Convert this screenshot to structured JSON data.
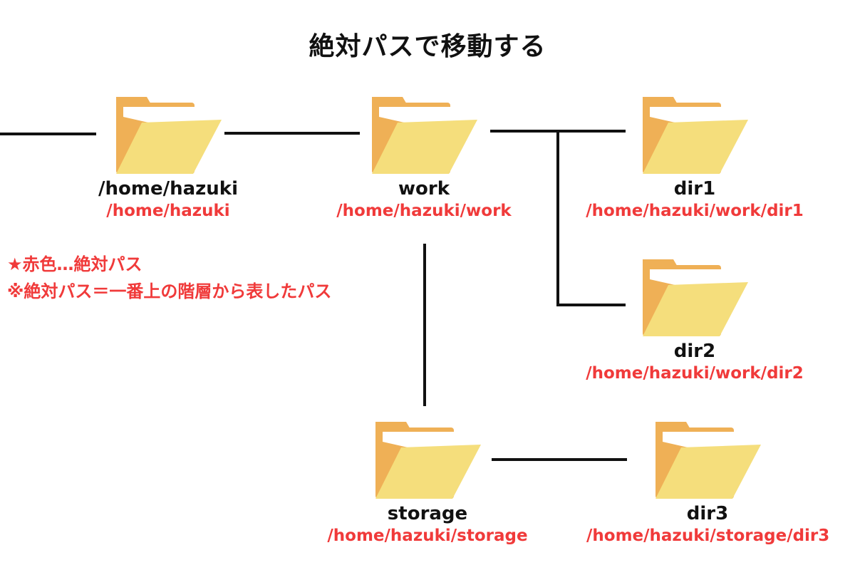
{
  "title": "絶対パスで移動する",
  "colors": {
    "line": "#111111",
    "path_text": "#f03a3a",
    "folder_back": "#efb056",
    "folder_front": "#f5de7c",
    "paper": "#ffffff"
  },
  "nodes": {
    "home": {
      "name": "/home/hazuki",
      "path": "/home/hazuki",
      "icon": "folder-icon"
    },
    "work": {
      "name": "work",
      "path": "/home/hazuki/work",
      "icon": "folder-icon"
    },
    "dir1": {
      "name": "dir1",
      "path": "/home/hazuki/work/dir1",
      "icon": "folder-icon"
    },
    "dir2": {
      "name": "dir2",
      "path": "/home/hazuki/work/dir2",
      "icon": "folder-icon"
    },
    "storage": {
      "name": "storage",
      "path": "/home/hazuki/storage",
      "icon": "folder-icon"
    },
    "dir3": {
      "name": "dir3",
      "path": "/home/hazuki/storage/dir3",
      "icon": "folder-icon"
    }
  },
  "legend": {
    "line1": "★赤色…絶対パス",
    "line2": "※絶対パス＝一番上の階層から表したパス"
  }
}
